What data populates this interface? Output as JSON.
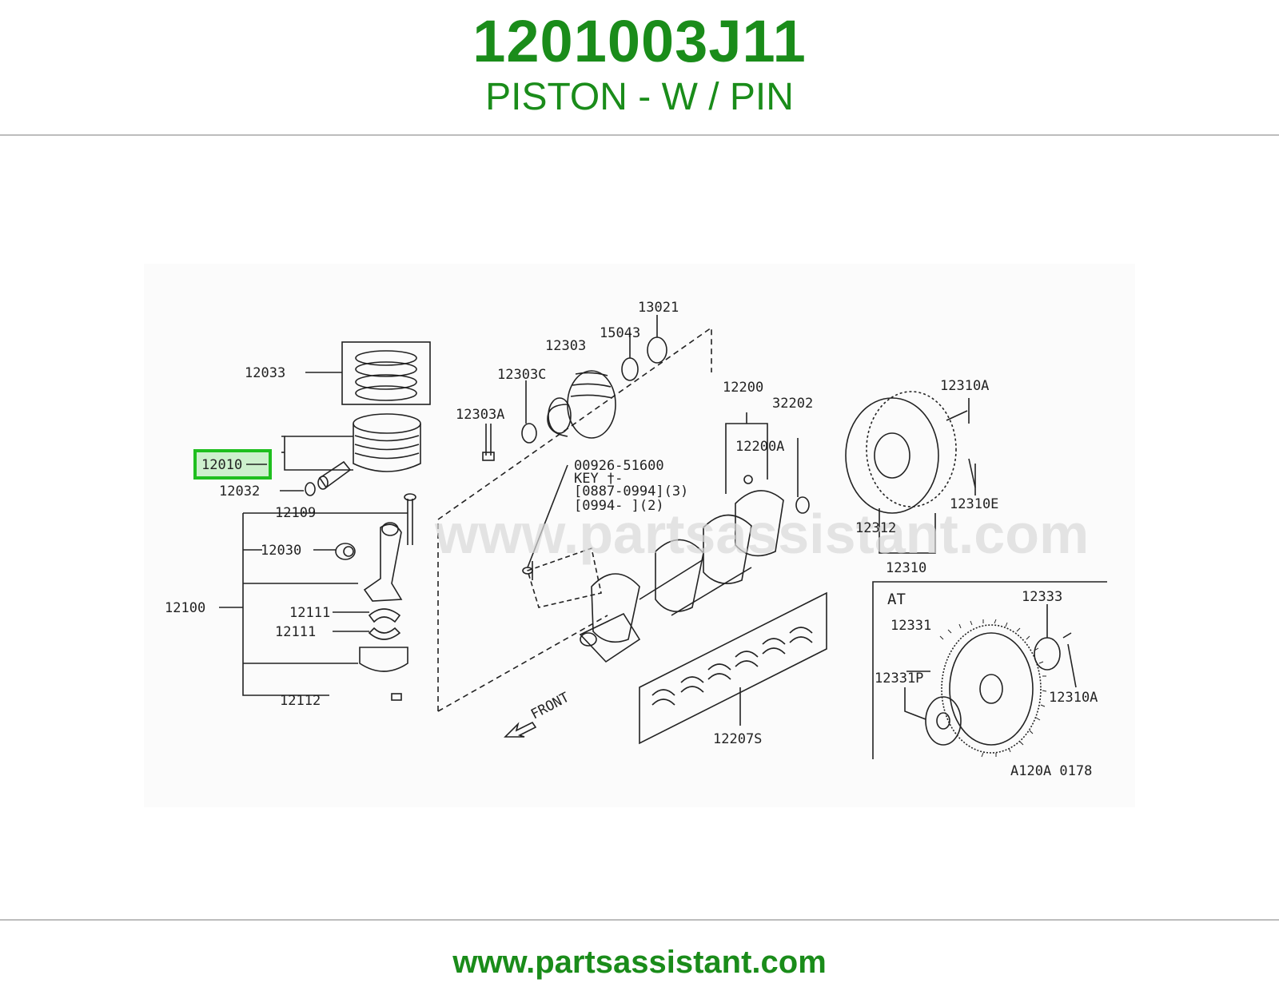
{
  "header": {
    "part_number": "1201003J11",
    "part_description": "PISTON - W / PIN"
  },
  "footer": {
    "url": "www.partsassistant.com"
  },
  "diagram": {
    "watermark": "www.partsassistant.com",
    "figure_code": "A120A 0178",
    "front_label": "FRONT",
    "at_label": "AT",
    "highlighted_part": "12010",
    "key_note": {
      "line1": "00926-51600",
      "line2": "KEY  †-",
      "line3": "[0887-0994](3)",
      "line4": "[0994-     ](2)"
    },
    "callouts": {
      "c12033": "12033",
      "c12010": "12010",
      "c12032": "12032",
      "c12109": "12109",
      "c12030": "12030",
      "c12100": "12100",
      "c12111a": "12111",
      "c12111b": "12111",
      "c12112": "12112",
      "c12303": "12303",
      "c15043": "15043",
      "c13021": "13021",
      "c12303C": "12303C",
      "c12303A": "12303A",
      "c12200": "12200",
      "c32202": "32202",
      "c12200A": "12200A",
      "c12310A_top": "12310A",
      "c12310E": "12310E",
      "c12312": "12312",
      "c12310": "12310",
      "c12207S": "12207S",
      "c12333": "12333",
      "c12331": "12331",
      "c12331P": "12331P",
      "c12310A_bottom": "12310A"
    }
  },
  "colors": {
    "brand_green": "#1a8c1a",
    "highlight_green": "#1fbf1f"
  }
}
